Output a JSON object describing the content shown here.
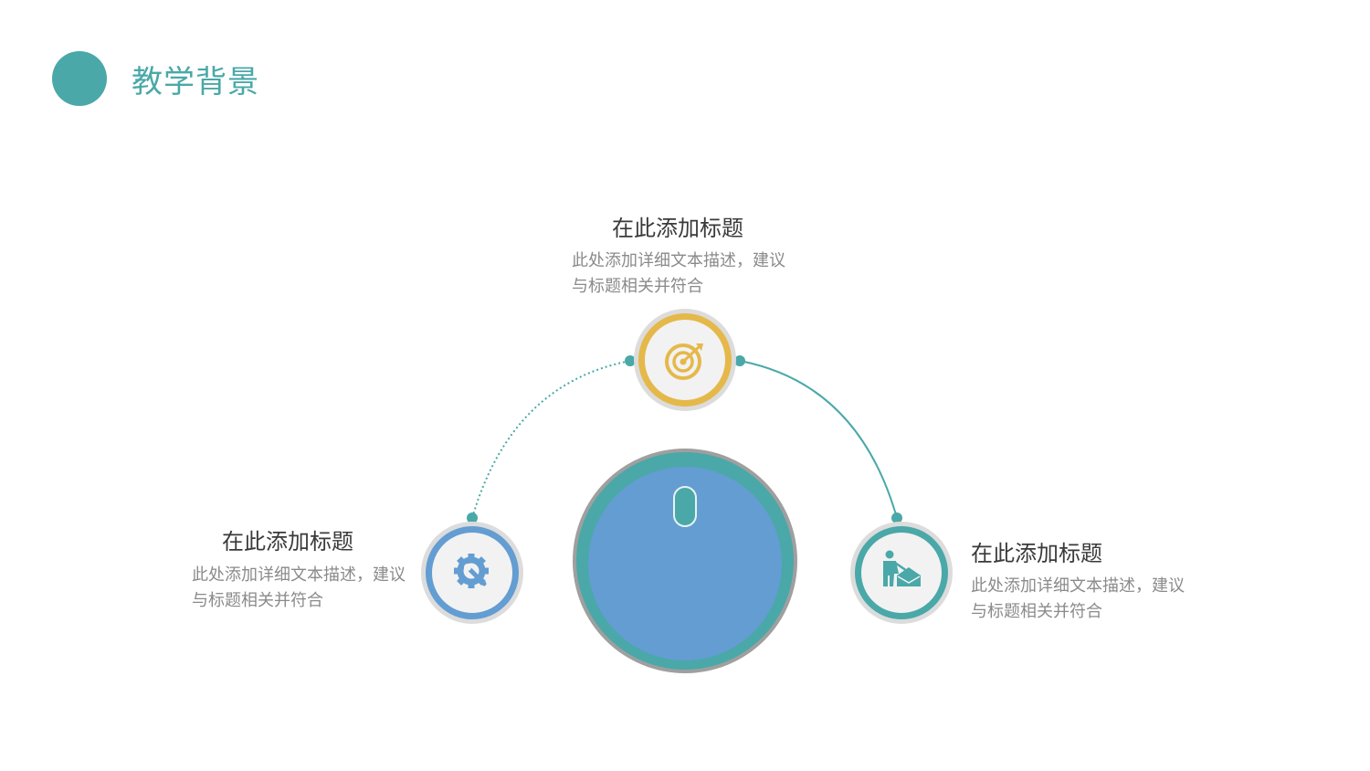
{
  "slide": {
    "title": "教学背景"
  },
  "colors": {
    "teal": "#4aa8a8",
    "blue": "#639dd2",
    "yellow": "#e5b84a",
    "gray_ring": "#dcdcdc",
    "center_outer": "#a09f9f"
  },
  "nodes": {
    "top": {
      "title": "在此添加标题",
      "desc_line1": "此处添加详细文本描述，建议",
      "desc_line2": "与标题相关并符合",
      "icon": "target-icon"
    },
    "left": {
      "title": "在此添加标题",
      "desc_line1": "此处添加详细文本描述，建议",
      "desc_line2": "与标题相关并符合",
      "icon": "gear-wrench-icon"
    },
    "right": {
      "title": "在此添加标题",
      "desc_line1": "此处添加详细文本描述，建议",
      "desc_line2": "与标题相关并符合",
      "icon": "worker-icon"
    }
  }
}
